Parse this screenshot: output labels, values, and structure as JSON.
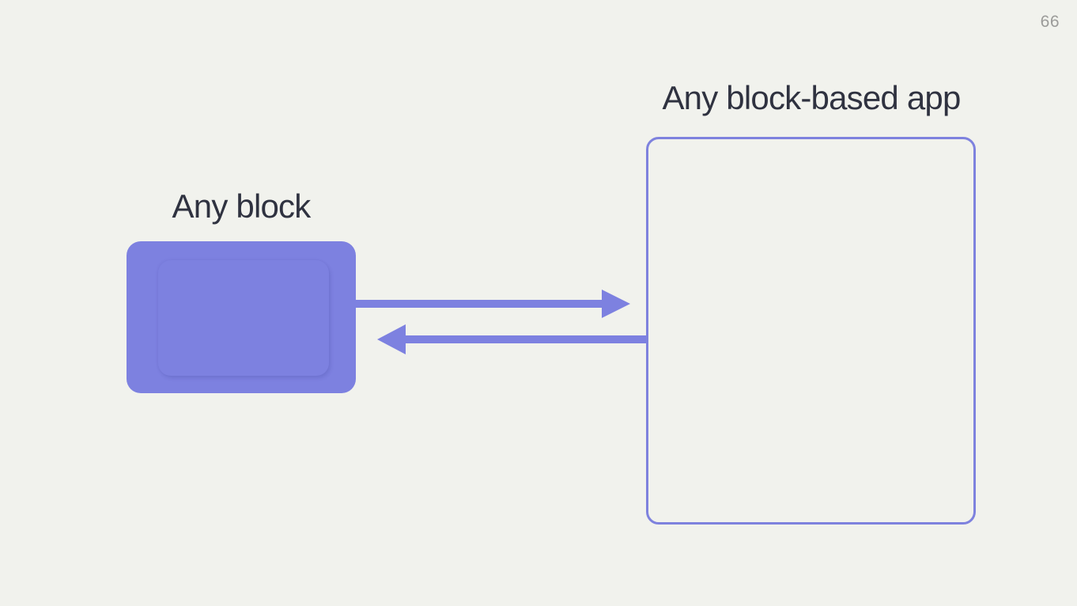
{
  "page": {
    "number": "66"
  },
  "diagram": {
    "block": {
      "label": "Any block"
    },
    "app": {
      "label": "Any block-based app"
    },
    "arrows": [
      {
        "name": "block-to-app",
        "direction": "right"
      },
      {
        "name": "app-to-block",
        "direction": "left"
      }
    ]
  },
  "colors": {
    "background": "#f1f2ed",
    "accent_purple": "#7d81e0",
    "outline_purple": "#7e82de",
    "text_dark": "#2f3240",
    "page_number_gray": "#9b9b99"
  }
}
